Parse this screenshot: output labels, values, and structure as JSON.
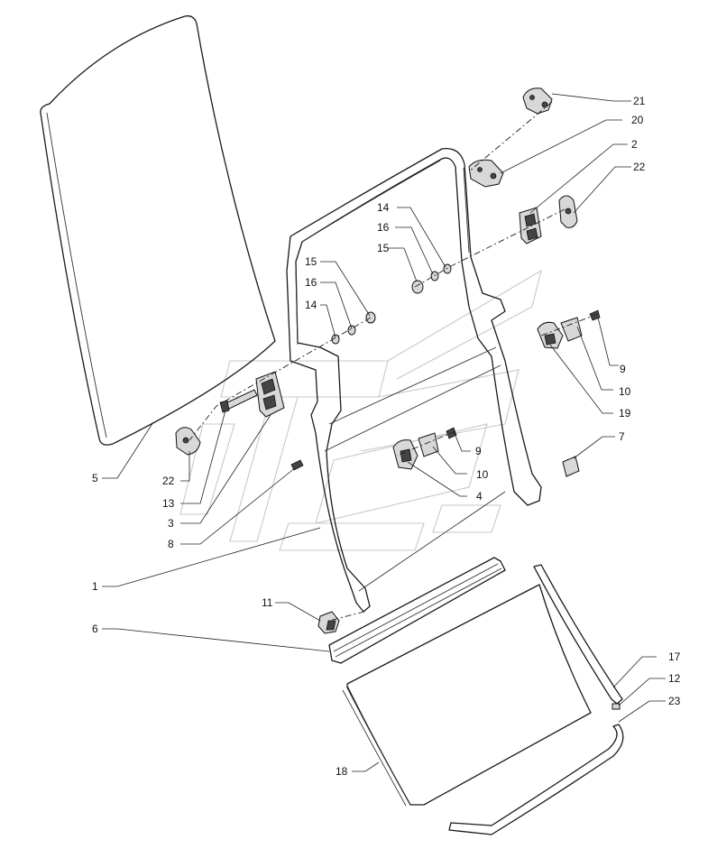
{
  "labels": {
    "l21": "21",
    "l20": "20",
    "l2": "2",
    "l22a": "22",
    "l14a": "14",
    "l16a": "16",
    "l15a": "15",
    "l15b": "15",
    "l16b": "16",
    "l14b": "14",
    "l9a": "9",
    "l10a": "10",
    "l19": "19",
    "l7": "7",
    "l9b": "9",
    "l10b": "10",
    "l4": "4",
    "l5": "5",
    "l22b": "22",
    "l13": "13",
    "l3": "3",
    "l8": "8",
    "l1": "1",
    "l11": "11",
    "l6": "6",
    "l17": "17",
    "l12": "12",
    "l23": "23",
    "l18": "18"
  }
}
